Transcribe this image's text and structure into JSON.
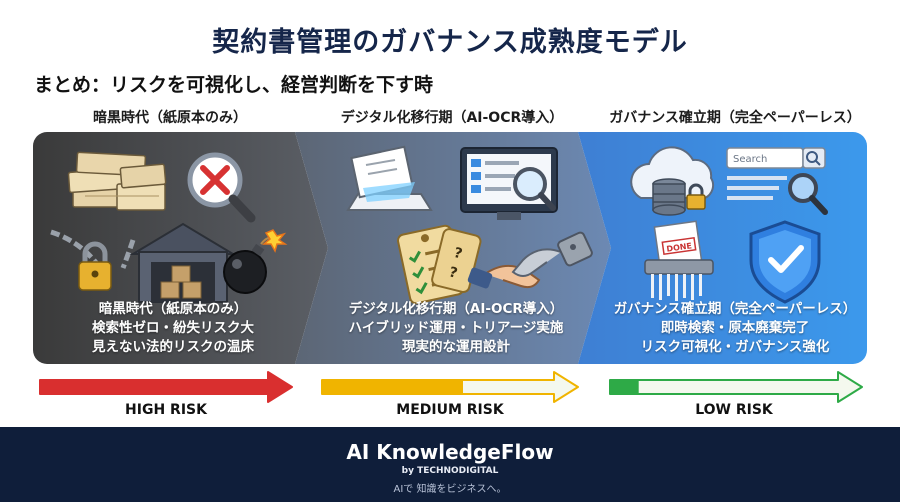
{
  "title": "契約書管理のガバナンス成熟度モデル",
  "summary": "まとめ：リスクを可視化し、経営判断を下す時",
  "stages": [
    {
      "heading": "暗黒時代（紙原本のみ）",
      "lines": [
        "暗黒時代（紙原本のみ）",
        "検索性ゼロ・紛失リスク大",
        "見えない法的リスクの温床"
      ],
      "risk_label": "HIGH RISK",
      "risk_level": 1.0,
      "color": "#d92f2f"
    },
    {
      "heading": "デジタル化移行期（AI-OCR導入）",
      "lines": [
        "デジタル化移行期（AI-OCR導入）",
        "ハイブリッド運用・トリアージ実施",
        "現実的な運用設計"
      ],
      "risk_label": "MEDIUM RISK",
      "risk_level": 0.55,
      "color": "#f0b400"
    },
    {
      "heading": "ガバナンス確立期（完全ペーパーレス）",
      "lines": [
        "ガバナンス確立期（完全ペーパーレス）",
        "即時検索・原本廃棄完了",
        "リスク可視化・ガバナンス強化"
      ],
      "risk_label": "LOW RISK",
      "risk_level": 0.12,
      "color": "#2eaa47"
    }
  ],
  "icons": {
    "search_box_placeholder": "Search",
    "done_stamp": "DONE"
  },
  "footer": {
    "brand": "AI KnowledgeFlow",
    "by": "by TECHNODIGITAL",
    "tagline": "AIで 知識をビジネスへ。"
  }
}
